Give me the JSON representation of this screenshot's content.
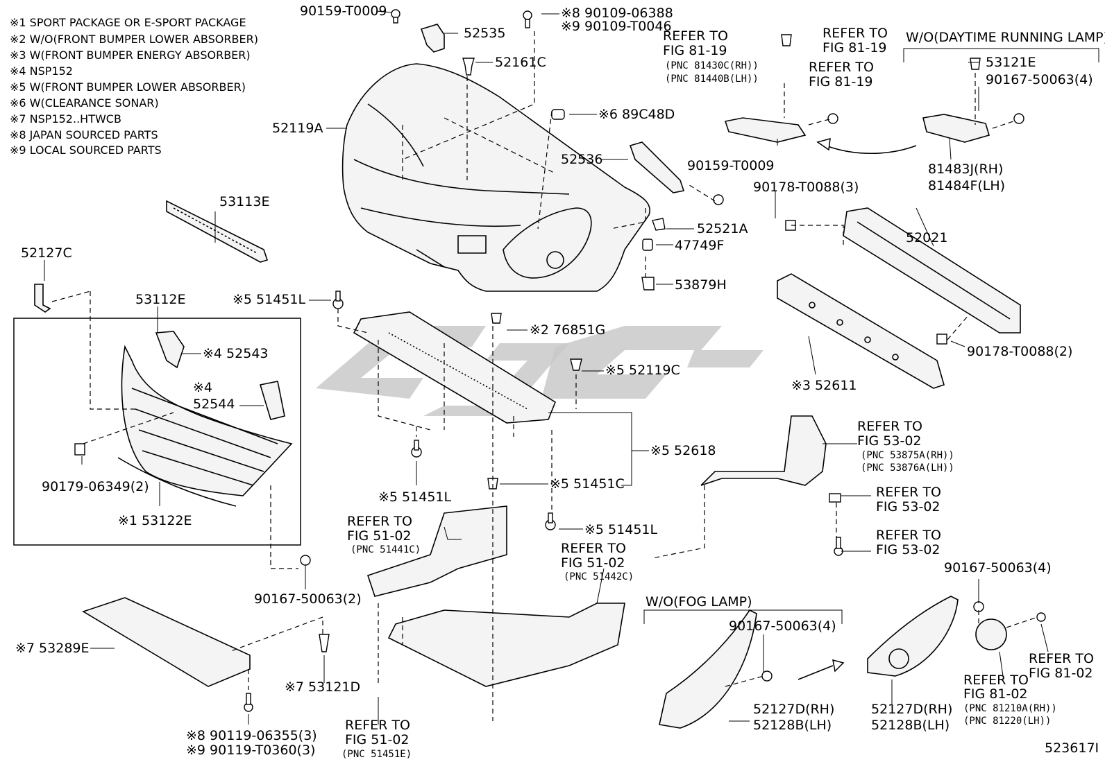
{
  "notes": [
    "※1 SPORT PACKAGE OR E-SPORT PACKAGE",
    "※2 W/O(FRONT BUMPER LOWER ABSORBER)",
    "※3 W(FRONT BUMPER ENERGY ABSORBER)",
    "※4 NSP152",
    "※5 W(FRONT BUMPER LOWER ABSORBER)",
    "※6 W(CLEARANCE SONAR)",
    "※7 NSP152..HTWCB",
    "※8 JAPAN SOURCED PARTS",
    "※9 LOCAL SOURCED PARTS"
  ],
  "labels": {
    "p90159_top": "90159-T0009",
    "p52535": "52535",
    "p90109_06388": "※8 90109-06388",
    "p90109_T0046": "※9 90109-T0046",
    "p52161C": "52161C",
    "p52119A": "52119A",
    "p89C48D": "※6 89C48D",
    "p52536": "52536",
    "p90159_mid": "90159-T0009",
    "p52521A": "52521A",
    "p47749F": "47749F",
    "p53879H": "53879H",
    "p53113E": "53113E",
    "p52127C": "52127C",
    "p53112E": "53112E",
    "p52543": "※4 52543",
    "p52544_note": "※4",
    "p52544": "52544",
    "p90179": "90179-06349(2)",
    "p53122E": "※1 53122E",
    "p51451L_a": "※5 51451L",
    "p76851G": "※2 76851G",
    "p52119C": "※5 52119C",
    "p52618": "※5 52618",
    "p51451L_b": "※5 51451L",
    "p51451C": "※5 51451C",
    "p51451L_c": "※5 51451L",
    "p90167_left": "90167-50063(2)",
    "p53289E": "※7 53289E",
    "p53121D": "※7 53121D",
    "p90119_06355": "※8 90119-06355(3)",
    "p90119_T0360": "※9 90119-T0360(3)",
    "p52021": "52021",
    "p90178_3": "90178-T0088(3)",
    "p90178_2": "90178-T0088(2)",
    "p52611": "※3 52611",
    "p53121E": "53121E",
    "p90167_drl": "90167-50063(4)",
    "p81483J": "81483J(RH)",
    "p81484F": "81484F(LH)",
    "p90167_fog": "90167-50063(4)",
    "p90167_fog2": "90167-50063(4)",
    "p52127D_a": "52127D(RH)",
    "p52128B_a": "52128B(LH)",
    "p52127D_b": "52127D(RH)",
    "p52128B_b": "52128B(LH)",
    "diagram_id": "523617I"
  },
  "refs": {
    "r1_l1": "REFER TO",
    "r1_l2": "FIG 81-19",
    "r1_l3": "(PNC 81430C(RH))",
    "r1_l4": "(PNC 81440B(LH))",
    "r2_l1": "REFER TO",
    "r2_l2": "FIG 81-19",
    "r3_l1": "REFER TO",
    "r3_l2": "FIG 81-19",
    "r4_l1": "REFER TO",
    "r4_l2": "FIG 53-02",
    "r4_l3": "(PNC 53875A(RH))",
    "r4_l4": "(PNC 53876A(LH))",
    "r5_l1": "REFER TO",
    "r5_l2": "FIG 53-02",
    "r6_l1": "REFER TO",
    "r6_l2": "FIG 53-02",
    "r7_l1": "REFER TO",
    "r7_l2": "FIG 51-02",
    "r7_l3": "(PNC 51441C)",
    "r8_l1": "REFER TO",
    "r8_l2": "FIG 51-02",
    "r8_l3": "(PNC 51442C)",
    "r9_l1": "REFER TO",
    "r9_l2": "FIG 51-02",
    "r9_l3": "(PNC 51451E)",
    "r10_l1": "REFER TO",
    "r10_l2": "FIG 81-02",
    "r11_l1": "REFER TO",
    "r11_l2": "FIG 81-02",
    "r11_l3": "(PNC 81210A(RH))",
    "r11_l4": "(PNC 81220(LH))"
  },
  "groups": {
    "drl": "W/O(DAYTIME RUNNING LAMP)",
    "fog": "W/O(FOG LAMP)"
  }
}
